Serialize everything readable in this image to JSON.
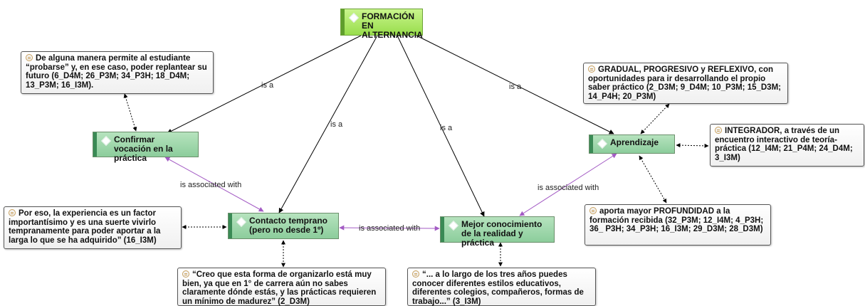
{
  "nodes": {
    "root": "FORMACIÓN EN ALTERNANCIA",
    "confirmar": "Confirmar vocación en la práctica",
    "contacto": "Contacto temprano (pero no desde 1º)",
    "mejor": "Mejor conocimiento de la realidad y práctica",
    "aprendizaje": "Aprendizaje"
  },
  "quotes": {
    "q1": "De alguna manera permite al estudiante “probarse” y, en ese caso, poder replantear su futuro (6_D4M; 26_P3M; 34_P3H; 18_D4M; 13_P3M; 16_I3M).",
    "q2": "Por eso, la experiencia es un factor importantísimo y es una suerte vivirlo tempranamente para poder aportar a la larga lo que se ha adquirido” (16_I3M)",
    "q3": "“Creo que esta forma de organizarlo está muy bien, ya que en 1° de carrera aún no sabes claramente dónde estás, y las prácticas requieren un mínimo de madurez” (2_D3M)",
    "q4": "“... a lo largo de los tres años puedes conocer diferentes estilos educativos, diferentes colegios, compañeros, formas de trabajo...” (3_I3M)",
    "q5": "GRADUAL, PROGRESIVO y REFLEXIVO, con oportunidades para ir desarrollando el propio saber práctico (2_D3M; 9_D4M; 10_P3M; 15_D3M; 14_P4H; 20_P3M)",
    "q6": "INTEGRADOR, a través de un encuentro interactivo de teoría-práctica (12_I4M; 21_P4M; 24_D4M; 3_I3M)",
    "q7": "aporta mayor PROFUNDIDAD  a la formación recibida (32_P3M; 12_I4M; 4_P3H; 36_ P3H; 34_P3H; 16_I3M; 29_D3M; 28_D3M)"
  },
  "edge_labels": {
    "is_a": "is a",
    "assoc": "is associated with"
  },
  "colors": {
    "root_fill": "#a9ec62",
    "node_fill": "#9ed6aa",
    "node_stripe": "#3a8a55",
    "assoc_edge": "#a35bc4",
    "isa_edge": "#000000"
  }
}
